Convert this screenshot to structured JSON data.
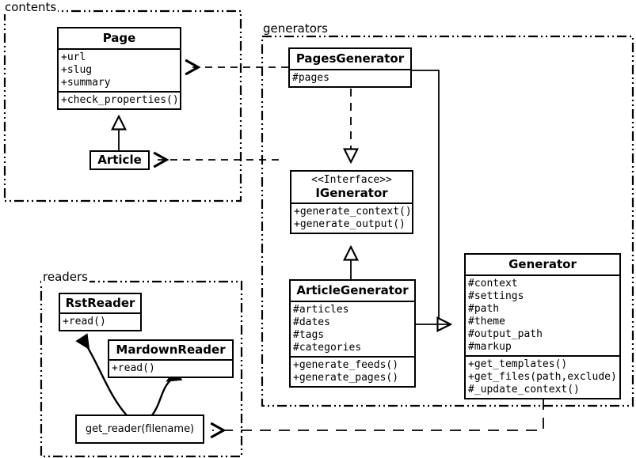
{
  "diagram": {
    "kind": "uml-class-diagram",
    "stroke_color": "#000000",
    "background_color": "#ffffff"
  },
  "packages": [
    {
      "id": "contents",
      "label": "contents"
    },
    {
      "id": "generators",
      "label": "generators"
    },
    {
      "id": "readers",
      "label": "readers"
    }
  ],
  "classes": {
    "page": {
      "name": "Page",
      "attributes": [
        "+url",
        "+slug",
        "+summary"
      ],
      "methods": [
        "+check_properties()"
      ]
    },
    "article": {
      "name": "Article",
      "attributes": [],
      "methods": []
    },
    "pages_generator": {
      "name": "PagesGenerator",
      "attributes": [
        "#pages"
      ],
      "methods": []
    },
    "igenerator": {
      "stereotype": "<<Interface>>",
      "name": "IGenerator",
      "attributes": [],
      "methods": [
        "+generate_context()",
        "+generate_output()"
      ]
    },
    "article_generator": {
      "name": "ArticleGenerator",
      "attributes": [
        "#articles",
        "#dates",
        "#tags",
        "#categories"
      ],
      "methods": [
        "+generate_feeds()",
        "+generate_pages()"
      ]
    },
    "generator": {
      "name": "Generator",
      "attributes": [
        "#context",
        "#settings",
        "#path",
        "#theme",
        "#output_path",
        "#markup"
      ],
      "methods": [
        "+get_templates()",
        "+get_files(path,exclude)",
        "#_update_context()"
      ]
    },
    "get_reader": {
      "name": "get_reader(filename)"
    },
    "rst_reader": {
      "name": "RstReader",
      "methods": [
        "+read()"
      ]
    },
    "mardown_reader": {
      "name": "MardownReader",
      "methods": [
        "+read()"
      ]
    }
  },
  "relationships": [
    {
      "from": "pages_generator",
      "to": "page",
      "type": "dependency"
    },
    {
      "from": "pages_generator",
      "to": "article",
      "type": "dependency"
    },
    {
      "from": "pages_generator",
      "to": "igenerator",
      "type": "realization"
    },
    {
      "from": "article_generator",
      "to": "igenerator",
      "type": "realization"
    },
    {
      "from": "pages_generator",
      "to": "generator",
      "type": "generalization"
    },
    {
      "from": "article_generator",
      "to": "generator",
      "type": "generalization"
    },
    {
      "from": "article",
      "to": "page",
      "type": "generalization"
    },
    {
      "from": "generator",
      "to": "get_reader",
      "type": "dependency"
    },
    {
      "from": "get_reader",
      "to": "rst_reader",
      "type": "association"
    },
    {
      "from": "get_reader",
      "to": "mardown_reader",
      "type": "association"
    }
  ]
}
